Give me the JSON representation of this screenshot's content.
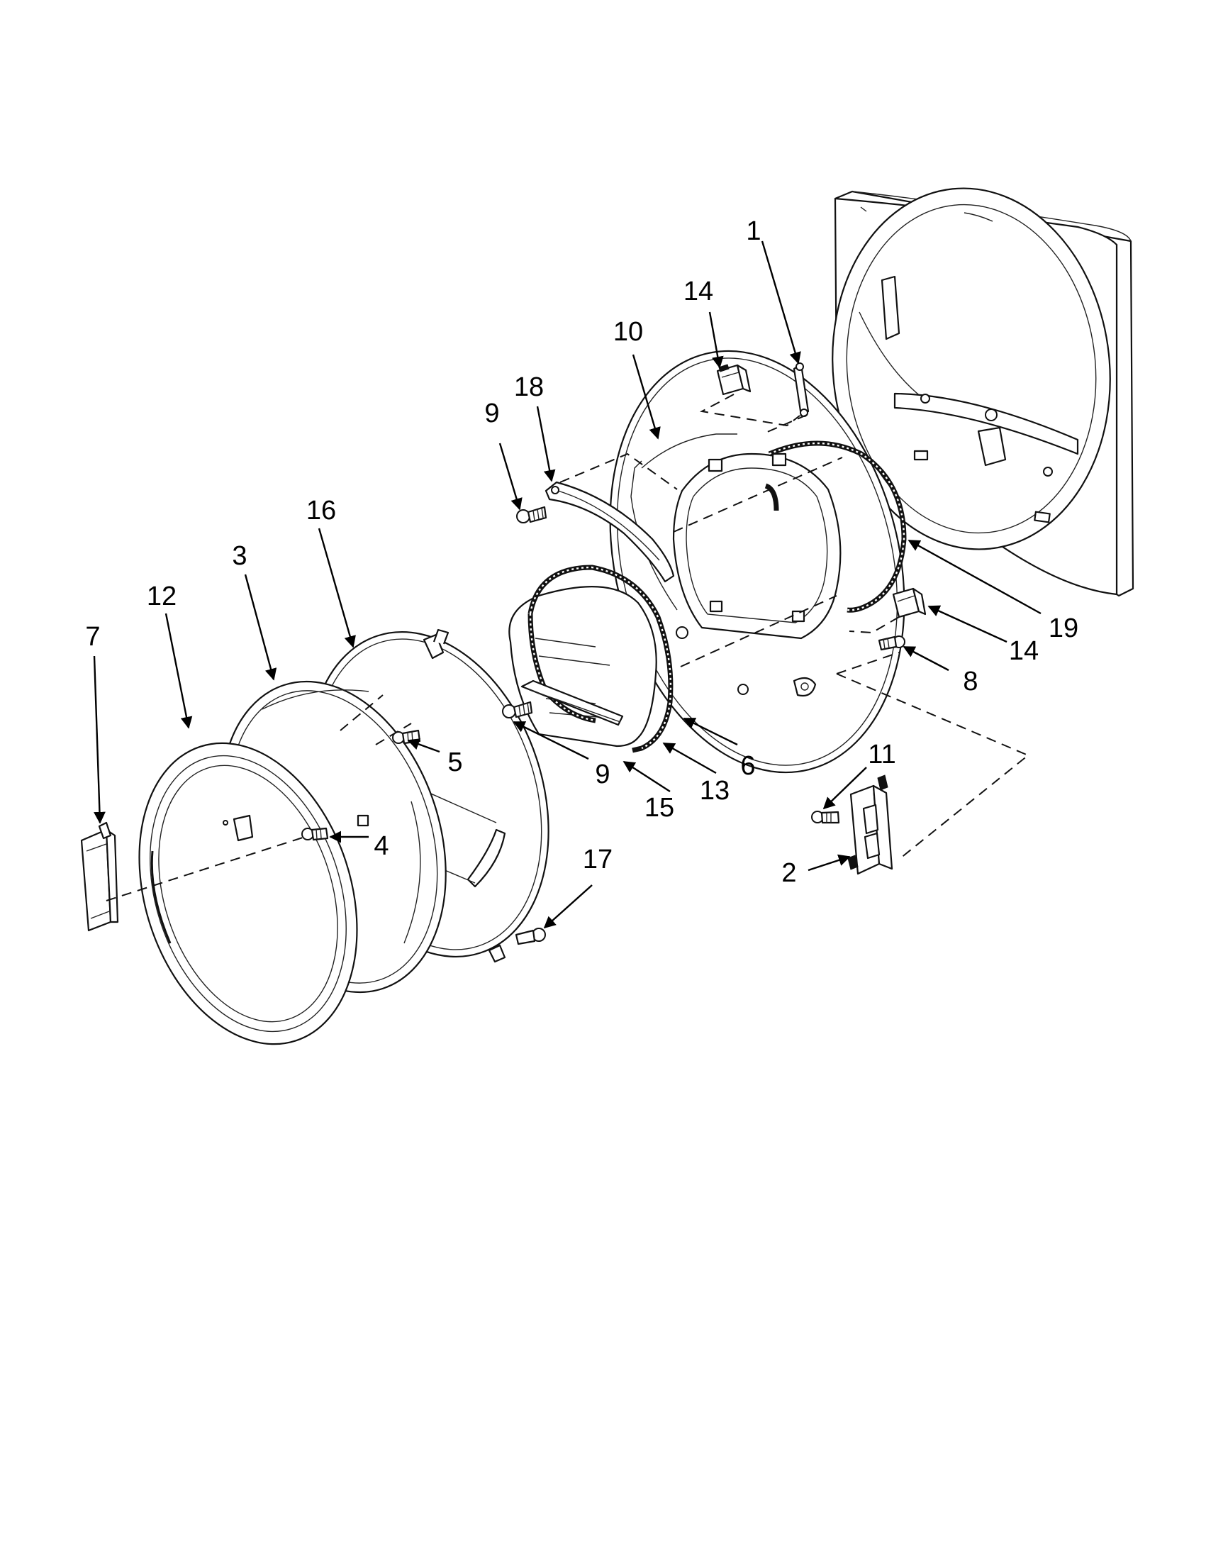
{
  "callouts": [
    {
      "id": "c1",
      "label": "1"
    },
    {
      "id": "c2",
      "label": "2"
    },
    {
      "id": "c3",
      "label": "3"
    },
    {
      "id": "c4",
      "label": "4"
    },
    {
      "id": "c5",
      "label": "5"
    },
    {
      "id": "c6",
      "label": "6"
    },
    {
      "id": "c7",
      "label": "7"
    },
    {
      "id": "c8",
      "label": "8"
    },
    {
      "id": "c9a",
      "label": "9"
    },
    {
      "id": "c9b",
      "label": "9"
    },
    {
      "id": "c10",
      "label": "10"
    },
    {
      "id": "c11",
      "label": "11"
    },
    {
      "id": "c12",
      "label": "12"
    },
    {
      "id": "c13",
      "label": "13"
    },
    {
      "id": "c14a",
      "label": "14"
    },
    {
      "id": "c14b",
      "label": "14"
    },
    {
      "id": "c15",
      "label": "15"
    },
    {
      "id": "c16",
      "label": "16"
    },
    {
      "id": "c17",
      "label": "17"
    },
    {
      "id": "c18",
      "label": "18"
    },
    {
      "id": "c19",
      "label": "19"
    }
  ],
  "colors": {
    "ink": "#111111",
    "paper": "#ffffff"
  }
}
